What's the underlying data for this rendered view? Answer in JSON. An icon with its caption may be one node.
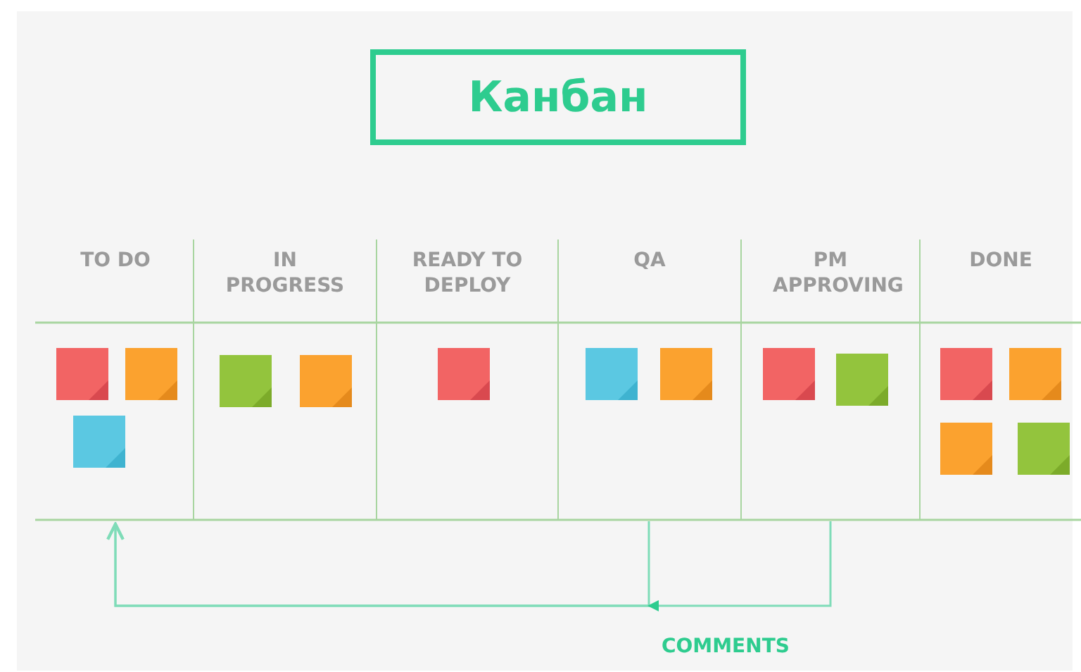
{
  "diagram": {
    "title": "Канбан",
    "nodes": [
      {
        "text": [
          "TO DO"
        ]
      },
      {
        "text": [],
        "shape": "box",
        "in": 0
      },
      {
        "text": [],
        "shape": "box",
        "in": 0
      },
      {
        "text": [],
        "shape": "box",
        "in": 0
      },
      {
        "text": [
          "IN PROGRESS"
        ]
      },
      {
        "text": [],
        "shape": "box",
        "in": 4
      },
      {
        "text": [],
        "shape": "box",
        "in": 4
      },
      {
        "text": [
          "READY TO DEPLOY"
        ]
      },
      {
        "text": [],
        "shape": "box",
        "in": 7
      },
      {
        "text": [
          "QA"
        ]
      },
      {
        "text": [],
        "shape": "box",
        "in": 9
      },
      {
        "text": [],
        "shape": "box",
        "in": 9
      },
      {
        "text": [
          "PM APPROVING"
        ]
      },
      {
        "text": [],
        "shape": "box",
        "in": 12
      },
      {
        "text": [],
        "shape": "box",
        "in": 12
      },
      {
        "text": [
          "DONE"
        ]
      },
      {
        "text": [],
        "shape": "box",
        "in": 15
      },
      {
        "text": [],
        "shape": "box",
        "in": 15
      },
      {
        "text": [],
        "shape": "box",
        "in": 15
      },
      {
        "text": [],
        "shape": "box",
        "in": 15
      }
    ],
    "edges": [
      {
        "from": 12,
        "to": 0,
        "arrow": "to"
      },
      {
        "from": 9,
        "to": 0,
        "arrow": "to"
      }
    ],
    "labels": [
      "COMMENTS"
    ]
  }
}
